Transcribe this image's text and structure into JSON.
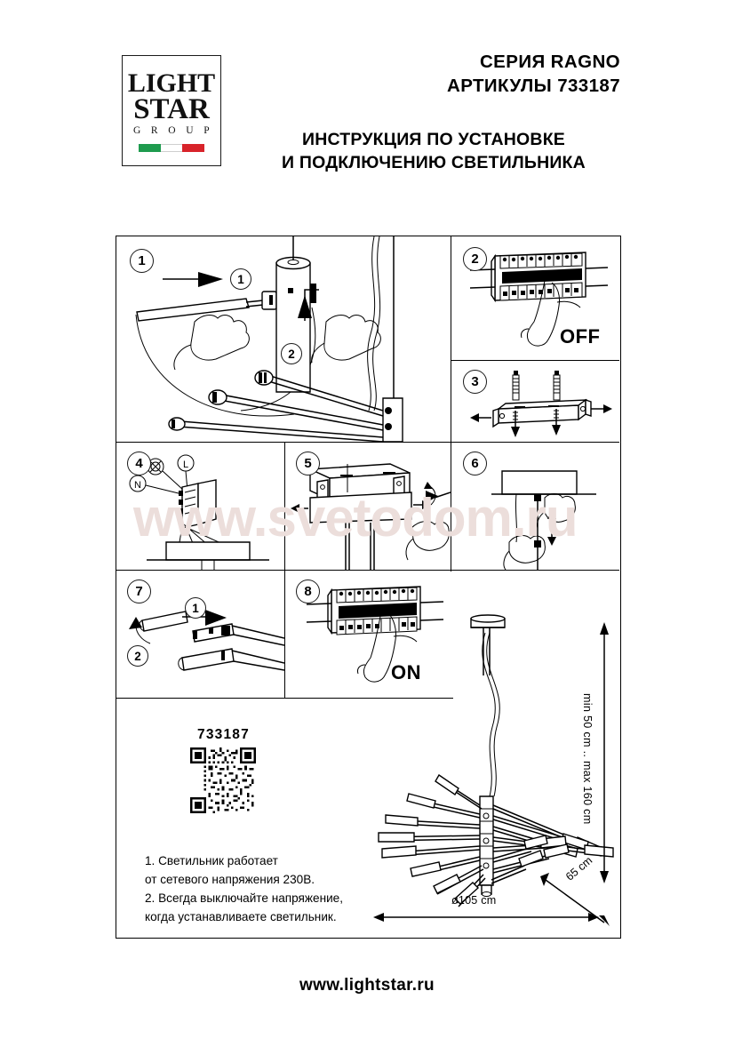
{
  "document": {
    "brand": {
      "line1": "LIGHT",
      "line2": "STAR",
      "line3": "G R O U P",
      "flag_colors": [
        "#1e9b4e",
        "#ffffff",
        "#d8232a"
      ]
    },
    "header": {
      "series": "СЕРИЯ RAGNO",
      "articles": "АРТИКУЛЫ 733187",
      "title": "ИНСТРУКЦИЯ ПО УСТАНОВКЕ\nИ ПОДКЛЮЧЕНИЮ СВЕТИЛЬНИКА",
      "title_line1": "ИНСТРУКЦИЯ ПО УСТАНОВКЕ",
      "title_line2": "И ПОДКЛЮЧЕНИЮ СВЕТИЛЬНИКА"
    },
    "watermark": "www.svetodom.ru",
    "footer": "www.lightstar.ru"
  },
  "steps": [
    {
      "number": "1",
      "sub_labels": [
        "1",
        "2"
      ],
      "caption": ""
    },
    {
      "number": "2",
      "caption": "OFF"
    },
    {
      "number": "3",
      "caption": ""
    },
    {
      "number": "4",
      "terminals": [
        "N",
        "L"
      ],
      "caption": ""
    },
    {
      "number": "5",
      "caption": ""
    },
    {
      "number": "6",
      "caption": ""
    },
    {
      "number": "7",
      "sub_labels": [
        "1",
        "2"
      ],
      "caption": ""
    },
    {
      "number": "8",
      "caption": "ON"
    }
  ],
  "product": {
    "code": "733187",
    "dimensions": {
      "diameter": "ø105 cm",
      "depth": "65 cm",
      "height_range": "min 50 cm .. max 160 cm"
    }
  },
  "notes": {
    "line1": "1. Светильник работает",
    "line2": "от сетевого напряжения 230В.",
    "line3": "2. Всегда выключайте напряжение,",
    "line4": "когда устанавливаете светильник."
  },
  "colors": {
    "ink": "#000000",
    "watermark": "#ecdedb",
    "flag_green": "#1e9b4e",
    "flag_red": "#d8232a"
  }
}
